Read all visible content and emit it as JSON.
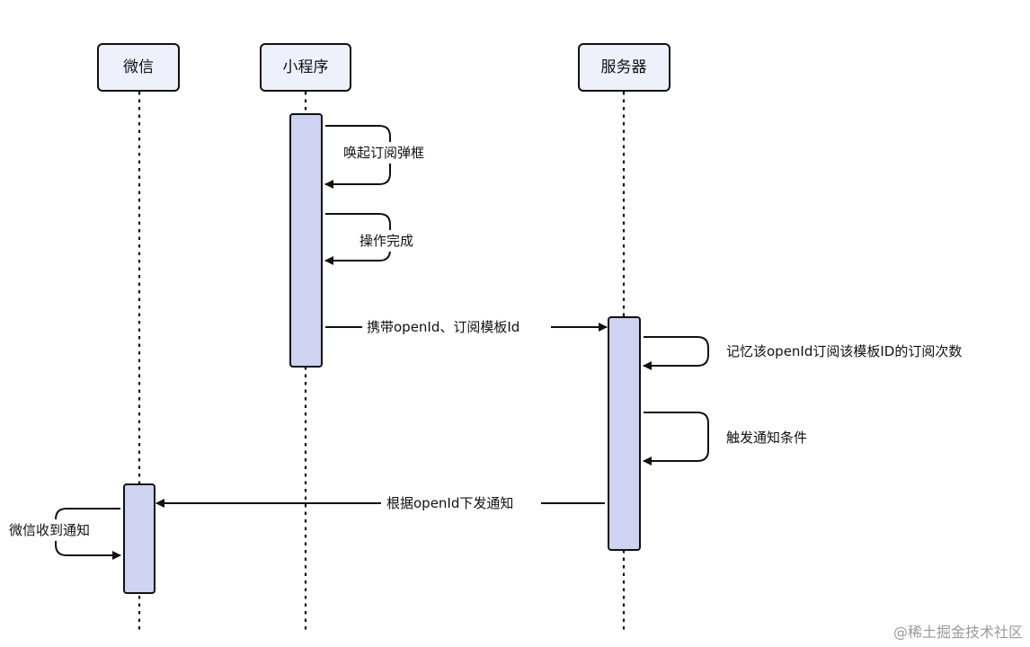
{
  "participants": [
    {
      "id": "wechat",
      "label": "微信"
    },
    {
      "id": "miniprogram",
      "label": "小程序"
    },
    {
      "id": "server",
      "label": "服务器"
    }
  ],
  "messages": [
    {
      "id": "open-popup",
      "label": "唤起订阅弹框",
      "from": "miniprogram",
      "to": "miniprogram"
    },
    {
      "id": "operation-done",
      "label": "操作完成",
      "from": "miniprogram",
      "to": "miniprogram"
    },
    {
      "id": "send-ids",
      "label": "携带openId、订阅模板Id",
      "from": "miniprogram",
      "to": "server"
    },
    {
      "id": "remember-count",
      "label": "记忆该openId订阅该模板ID的订阅次数",
      "from": "server",
      "to": "server"
    },
    {
      "id": "trigger-condition",
      "label": "触发通知条件",
      "from": "server",
      "to": "server"
    },
    {
      "id": "push-notice",
      "label": "根据openId下发通知",
      "from": "server",
      "to": "wechat"
    },
    {
      "id": "received-notice",
      "label": "微信收到通知",
      "from": "wechat",
      "to": "wechat"
    }
  ],
  "watermark": "@稀土掘金技术社区"
}
